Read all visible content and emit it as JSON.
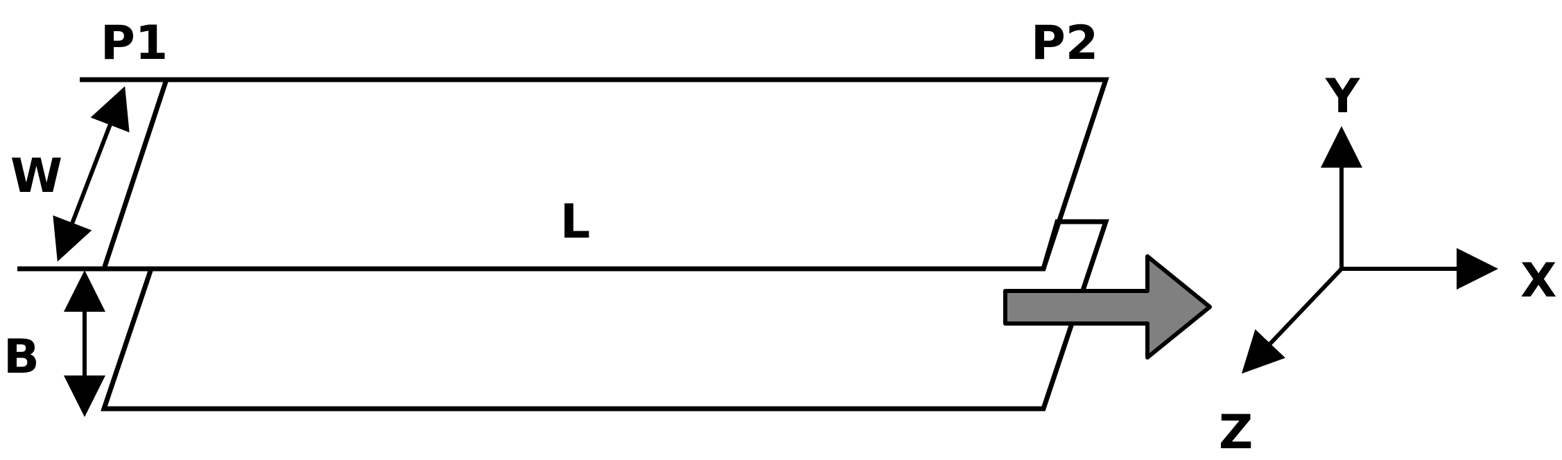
{
  "labels": {
    "p1": "P1",
    "p2": "P2",
    "w": "W",
    "l": "L",
    "b": "B"
  },
  "axes": {
    "x": "X",
    "y": "Y",
    "z": "Z"
  },
  "colors": {
    "stroke": "#000000",
    "flow_arrow_fill": "#808080",
    "background": "#ffffff"
  }
}
